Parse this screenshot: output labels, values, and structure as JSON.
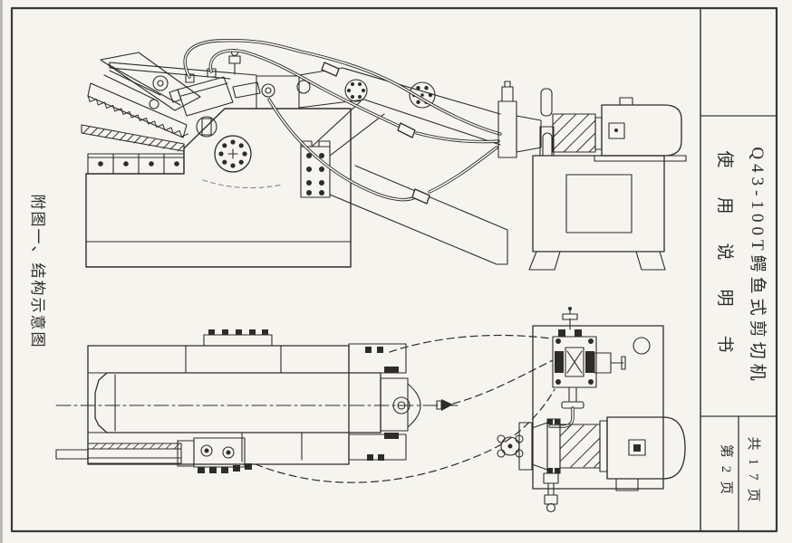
{
  "page": {
    "caption_left": "附图一、结构示意图",
    "title_block": {
      "product_line": "Q43-100T鳄鱼式剪切机",
      "doc_line": "使用说明书"
    },
    "page_info": {
      "total": "共17页",
      "current": "第2页"
    },
    "colors": {
      "paper": "#f5f4ef",
      "ink": "#2e2c29",
      "border": "#3a3a37"
    }
  }
}
